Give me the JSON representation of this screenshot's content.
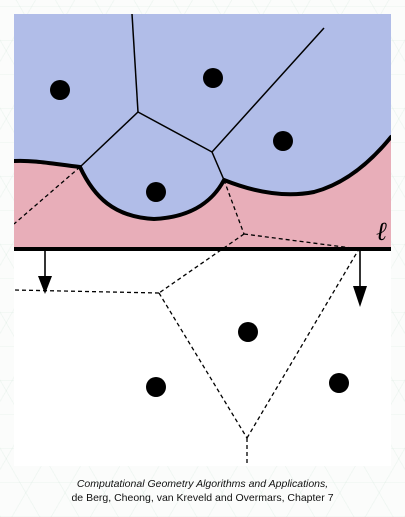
{
  "diagram": {
    "sweep_line_label": "ℓ",
    "colors": {
      "beach_region": "#b1bde8",
      "swept_region": "#e8aeb9",
      "edges": "#000000"
    }
  },
  "caption": {
    "title": "Computational Geometry Algorithms and Applications,",
    "authors": "de Berg, Cheong, van Kreveld and Overmars, Chapter 7"
  }
}
